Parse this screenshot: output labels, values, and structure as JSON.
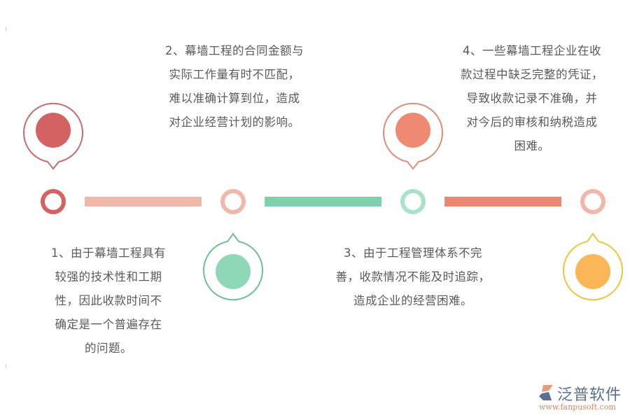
{
  "colors": {
    "red": "#d46262",
    "salmon": "#efb8a8",
    "green": "#7fd1ad",
    "mint": "#a8e2c8",
    "coral": "#ec8870",
    "pink": "#f1b7a8",
    "yellow_ring": "#ecc640",
    "orange": "#fbb657",
    "red_pin_outline": "#c86b6b",
    "green_pin_outline": "#6fbf97",
    "coral_pin_outline": "#df8c78"
  },
  "items": [
    {
      "id": 1,
      "position": "bottom",
      "lines": [
        "1、由于幕墙工程具有",
        "较强的技术性和工期",
        "性，因此收款时间不",
        "确定是一个普遍存在",
        "的问题。"
      ]
    },
    {
      "id": 2,
      "position": "top",
      "lines": [
        "2、幕墙工程的合同金额与",
        "实际工作量有时不匹配，",
        "难以准确计算到位，造成",
        "对企业经营计划的影响。"
      ]
    },
    {
      "id": 3,
      "position": "bottom",
      "lines": [
        "3、由于工程管理体系不完",
        "善，收款情况不能及时追踪，",
        "造成企业的经营困难。"
      ]
    },
    {
      "id": 4,
      "position": "top",
      "lines": [
        "4、一些幕墙工程企业在收",
        "款过程中缺乏完整的凭证，",
        "导致收款记录不准确，并",
        "对今后的审核和纳税造成",
        "困难。"
      ]
    }
  ],
  "logo": {
    "name": "泛普软件",
    "url": "www.fanpusoft.com"
  }
}
